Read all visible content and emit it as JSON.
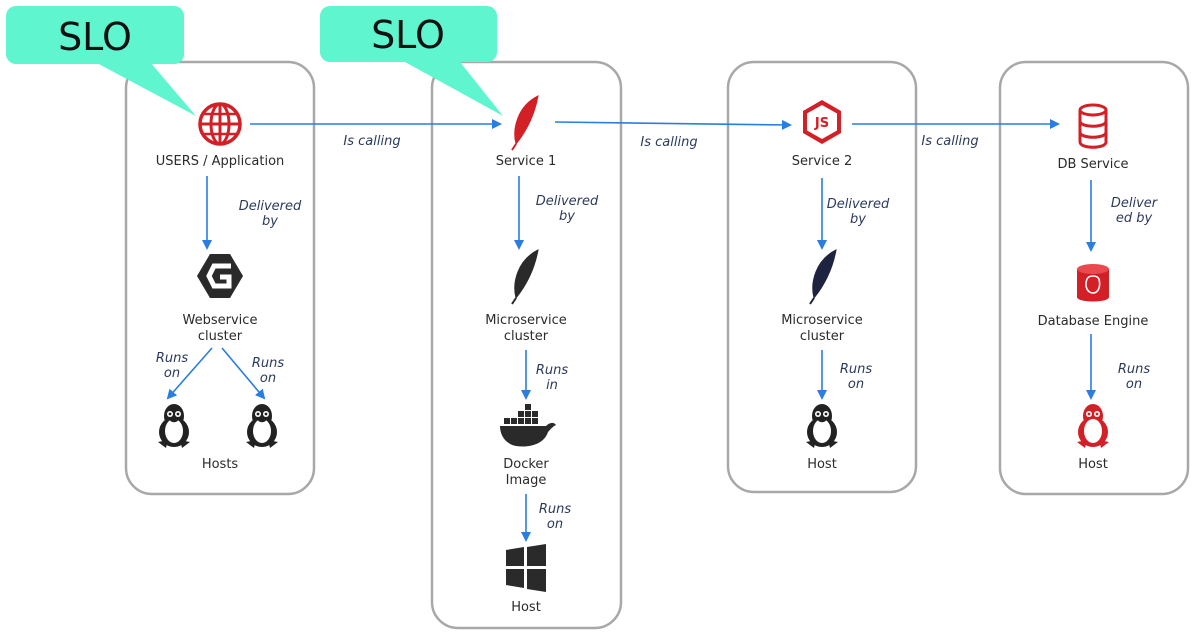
{
  "callouts": [
    "SLO",
    "SLO"
  ],
  "columns": [
    {
      "top": "USERS / Application",
      "mid": [
        "Webservice",
        "cluster"
      ],
      "mid_edge": [
        "Delivered",
        "by"
      ],
      "left_edge": [
        "Runs",
        "on"
      ],
      "right_edge": [
        "Runs",
        "on"
      ],
      "bottom": "Hosts"
    },
    {
      "top": "Service 1",
      "mid_edge": [
        "Delivered",
        "by"
      ],
      "mid": [
        "Microservice",
        "cluster"
      ],
      "docker_edge": [
        "Runs",
        "in"
      ],
      "docker": [
        "Docker",
        "Image"
      ],
      "host_edge": [
        "Runs",
        "on"
      ],
      "bottom": "Host"
    },
    {
      "top": "Service 2",
      "mid_edge": [
        "Delivered",
        "by"
      ],
      "mid": [
        "Microservice",
        "cluster"
      ],
      "host_edge": [
        "Runs",
        "on"
      ],
      "bottom": "Host"
    },
    {
      "top": "DB Service",
      "mid_edge": [
        "Deliver",
        "ed by"
      ],
      "mid": "Database Engine",
      "host_edge": [
        "Runs",
        "on"
      ],
      "bottom": "Host"
    }
  ],
  "calls": [
    "Is calling",
    "Is calling",
    "Is calling"
  ],
  "colors": {
    "accent": "#2a7de1",
    "icon_red": "#d32027",
    "icon_dark": "#2a2a2a",
    "callout": "#5ff5cf",
    "box_border": "#a8a8a8"
  }
}
